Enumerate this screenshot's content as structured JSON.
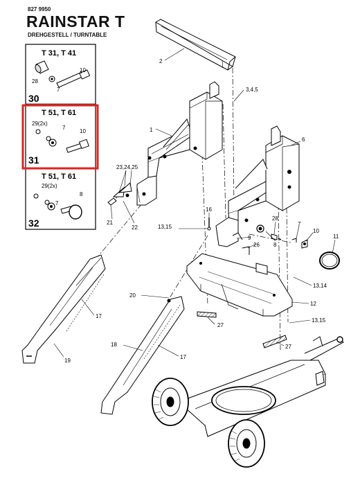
{
  "header": {
    "doc_number": "827 9950",
    "title": "RAINSTAR T",
    "subtitle": "DREHGESTELL / TURNTABLE"
  },
  "insets": [
    {
      "heading": "T 31, T 41",
      "number": "30",
      "labels": [
        "28",
        "7",
        "10"
      ]
    },
    {
      "heading": "T 51, T 61",
      "number": "31",
      "labels": [
        "29(2x)",
        "7",
        "10"
      ]
    },
    {
      "heading": "T 51, T 61",
      "number": "32",
      "labels": [
        "29(2x)",
        "7",
        "8"
      ]
    }
  ],
  "highlight": {
    "color": "#e0231e",
    "inset_index": 1
  },
  "callouts": [
    {
      "id": "c2",
      "text": "2"
    },
    {
      "id": "c345",
      "text": "3,4,5"
    },
    {
      "id": "c1",
      "text": "1"
    },
    {
      "id": "c6",
      "text": "6"
    },
    {
      "id": "c232425",
      "text": "23,24,25"
    },
    {
      "id": "c21",
      "text": "21"
    },
    {
      "id": "c22",
      "text": "22"
    },
    {
      "id": "c16",
      "text": "16"
    },
    {
      "id": "c1315a",
      "text": "13,15"
    },
    {
      "id": "c9",
      "text": "9"
    },
    {
      "id": "c26",
      "text": "26"
    },
    {
      "id": "c28",
      "text": "28"
    },
    {
      "id": "c8",
      "text": "8"
    },
    {
      "id": "c7",
      "text": "7"
    },
    {
      "id": "c10",
      "text": "10"
    },
    {
      "id": "c11",
      "text": "11"
    },
    {
      "id": "c1314",
      "text": "13,14"
    },
    {
      "id": "c20",
      "text": "20"
    },
    {
      "id": "c12",
      "text": "12"
    },
    {
      "id": "c17a",
      "text": "17"
    },
    {
      "id": "c27a",
      "text": "27"
    },
    {
      "id": "c1315b",
      "text": "13,15"
    },
    {
      "id": "c18",
      "text": "18"
    },
    {
      "id": "c17b",
      "text": "17"
    },
    {
      "id": "c27b",
      "text": "27"
    },
    {
      "id": "c19",
      "text": "19"
    }
  ]
}
